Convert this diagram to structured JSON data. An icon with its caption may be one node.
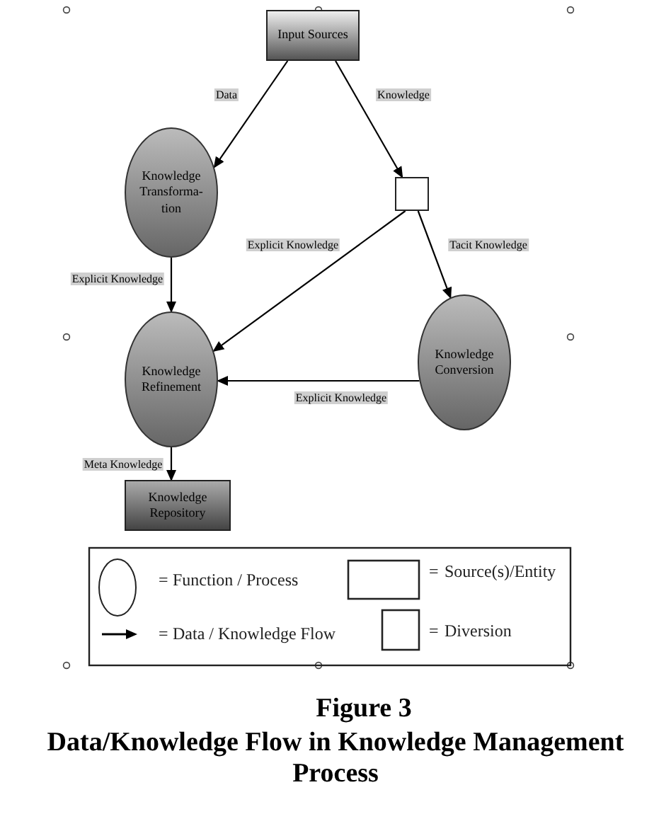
{
  "diagram": {
    "caption": "Data/Knowledge Flow in Knowledge Management Process",
    "nodes": [
      {
        "text": [
          "Input Sources"
        ]
      },
      {
        "text": [
          "Knowledge Transforma- tion"
        ]
      },
      {
        "text": [],
        "shape": "box"
      },
      {
        "text": [
          "Knowledge Refinement"
        ]
      },
      {
        "text": [
          "Knowledge Conversion"
        ]
      },
      {
        "text": [
          "Knowledge Repository"
        ]
      }
    ],
    "edges": [
      {
        "from": 0,
        "to": 1,
        "arrow": "to",
        "label": "Data"
      },
      {
        "from": 0,
        "to": 2,
        "arrow": "to",
        "label": "Knowledge"
      },
      {
        "from": 1,
        "to": 3,
        "arrow": "to",
        "label": "Explicit Knowledge"
      },
      {
        "from": 2,
        "to": 3,
        "arrow": "to",
        "label": "Explicit Knowledge"
      },
      {
        "from": 2,
        "to": 4,
        "arrow": "to",
        "label": "Tacit Knowledge"
      },
      {
        "from": 4,
        "to": 3,
        "arrow": "to",
        "label": "Explicit Knowledge"
      },
      {
        "from": 3,
        "to": 5,
        "arrow": "to",
        "label": "Meta Knowledge"
      }
    ],
    "labels": [
      "=",
      "=",
      "=",
      "=",
      "Figure 3"
    ],
    "legend": [
      {
        "text": "Function / Process"
      },
      {
        "text": "Source(s)/Entity"
      },
      {
        "text": "Data / Knowledge Flow"
      },
      {
        "text": "Diversion"
      }
    ]
  }
}
